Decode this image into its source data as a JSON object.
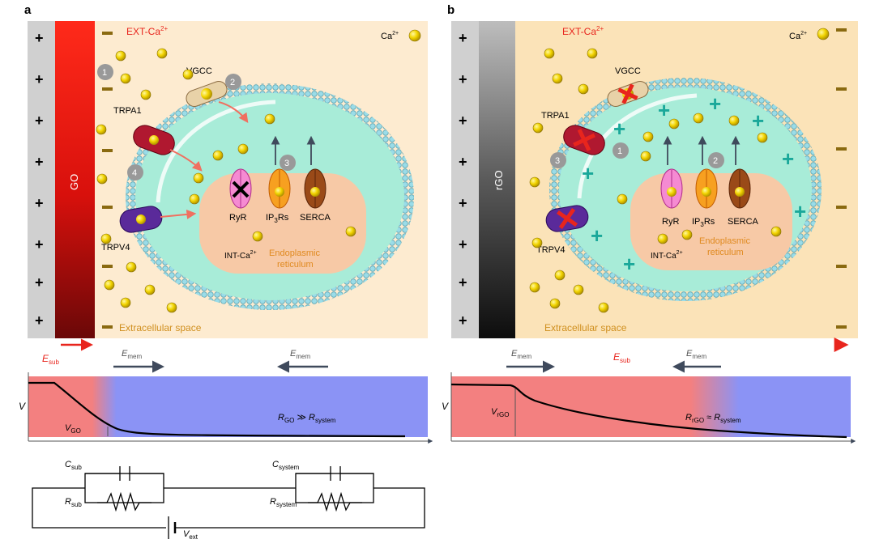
{
  "panel_a": {
    "letter": "a",
    "ext_label": "EXT-Ca",
    "ext_sup": "2+",
    "ca_legend": "Ca",
    "ca_legend_sup": "2+",
    "bar_label": "GO",
    "vgcc": "VGCC",
    "trpa1": "TRPA1",
    "trpv4": "TRPV4",
    "ryr": "RyR",
    "ip3rs_a": "IP",
    "ip3rs_sub": "3",
    "ip3rs_b": "Rs",
    "serca": "SERCA",
    "er_line1": "Endoplasmic",
    "er_line2": "reticulum",
    "int_label": "INT-Ca",
    "int_sup": "2+",
    "extracellular": "Extracellular space",
    "steps": [
      "1",
      "2",
      "3",
      "4"
    ],
    "esub": "E",
    "esub_sub": "sub",
    "emem": "E",
    "emem_sub": "mem",
    "v_axis": "V",
    "v_go": "V",
    "v_go_sub": "GO",
    "relation_r1": "R",
    "relation_r1_sub": "GO",
    "relation_op": " ≫ ",
    "relation_r2": "R",
    "relation_r2_sub": "system"
  },
  "panel_b": {
    "letter": "b",
    "ext_label": "EXT-Ca",
    "ext_sup": "2+",
    "ca_legend": "Ca",
    "ca_legend_sup": "2+",
    "bar_label": "rGO",
    "vgcc": "VGCC",
    "trpa1": "TRPA1",
    "trpv4": "TRPV4",
    "ryr": "RyR",
    "ip3rs_a": "IP",
    "ip3rs_sub": "3",
    "ip3rs_b": "Rs",
    "serca": "SERCA",
    "er_line1": "Endoplasmic",
    "er_line2": "reticulum",
    "int_label": "INT-Ca",
    "int_sup": "2+",
    "extracellular": "Extracellular space",
    "steps": [
      "1",
      "2",
      "3"
    ],
    "esub": "E",
    "esub_sub": "sub",
    "emem": "E",
    "emem_sub": "mem",
    "v_axis": "V",
    "v_rgo": "V",
    "v_rgo_sub": "rGO",
    "relation_r1": "R",
    "relation_r1_sub": "rGO",
    "relation_op": " ≈ ",
    "relation_r2": "R",
    "relation_r2_sub": "system"
  },
  "circuit": {
    "c_sub": "C",
    "c_sub_sub": "sub",
    "r_sub": "R",
    "r_sub_sub": "sub",
    "c_system": "C",
    "c_system_sub": "system",
    "r_system": "R",
    "r_system_sub": "system",
    "v_ext": "V",
    "v_ext_sub": "ext"
  },
  "colors": {
    "ext_bg": "#fdebd0",
    "cytoplasm": "#a8ecd8",
    "er": "#f7c9a6",
    "calcium": "#f2d400",
    "plus_cyan": "#1aa89a",
    "red_label": "#e8251d",
    "orange_label": "#e08a20",
    "plot_red": "#f38080",
    "plot_blue": "#8b93f5",
    "arrow_grey": "#3f4a5c"
  }
}
